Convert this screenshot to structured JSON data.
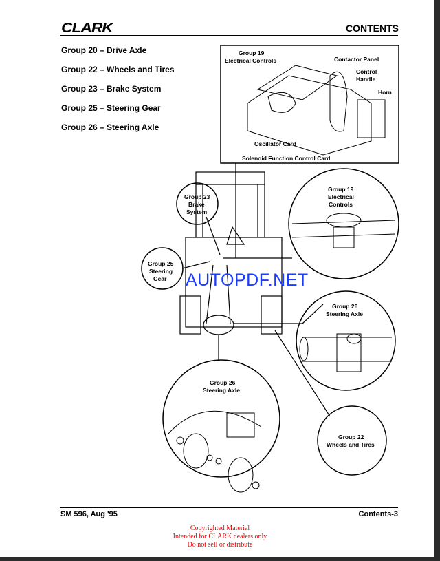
{
  "header": {
    "logo": "CLARK",
    "title": "CONTENTS"
  },
  "groups": [
    "Group 20 – Drive Axle",
    "Group 22 – Wheels and Tires",
    "Group 23 – Brake System",
    "Group 25 – Steering Gear",
    "Group 26 – Steering Axle"
  ],
  "diagram": {
    "inset_group": "Group 19",
    "inset_title": "Electrical Controls",
    "contactor": "Contactor Panel",
    "control1": "Control",
    "control2": "Handle",
    "horn": "Horn",
    "oscillator": "Oscillator Card",
    "solenoid": "Solenoid Function Control Card",
    "c19a": "Group 19",
    "c19b": "Electrical",
    "c19c": "Controls",
    "c23a": "Group 23",
    "c23b": "Brake",
    "c23c": "System",
    "c25a": "Group 25",
    "c25b": "Steering",
    "c25c": "Gear",
    "c26a": "Group 26",
    "c26b": "Steering Axle",
    "c26la": "Group 26",
    "c26lb": "Steering Axle",
    "c22a": "Group 22",
    "c22b": "Wheels and Tires"
  },
  "watermark": "AUTOPDF.NET",
  "footer": {
    "left": "SM 596, Aug '95",
    "right": "Contents-3"
  },
  "copyright": [
    "Copyrighted Material",
    "Intended for CLARK dealers only",
    "Do not sell or distribute"
  ]
}
